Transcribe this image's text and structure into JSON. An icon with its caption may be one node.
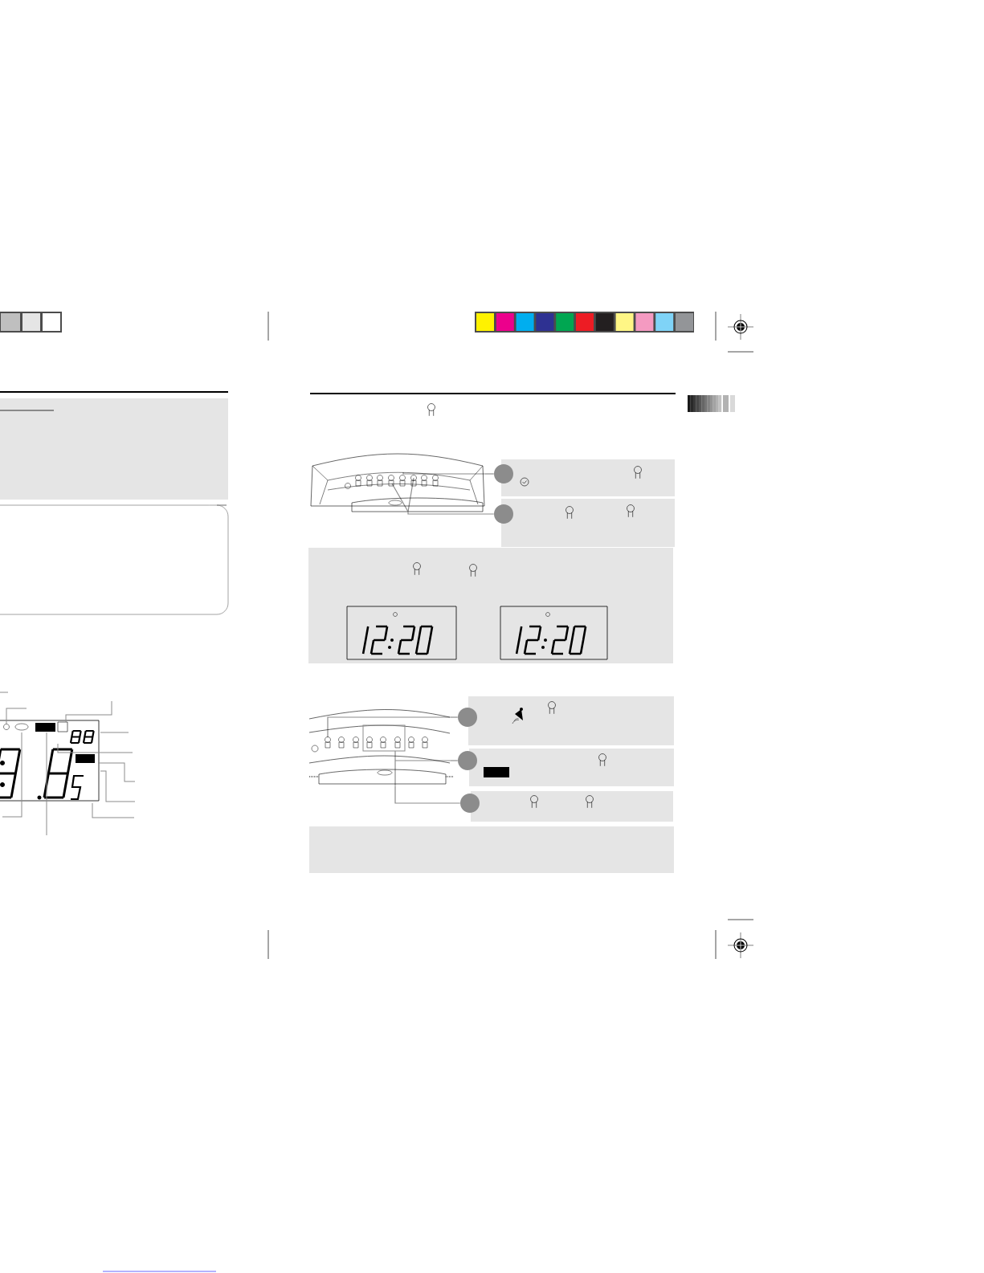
{
  "diagram": {
    "nodes": [
      {
        "text": [],
        "shape": "picture"
      },
      {
        "text": [],
        "shape": "circle"
      },
      {
        "text": [],
        "shape": "circle"
      },
      {
        "text": [],
        "shape": "picture"
      },
      {
        "text": [],
        "shape": "circle"
      },
      {
        "text": [],
        "shape": "circle"
      },
      {
        "text": [],
        "shape": "circle"
      }
    ],
    "edges": [
      {
        "from": 0,
        "to": 1,
        "arrow": "none"
      },
      {
        "from": 0,
        "to": 2,
        "arrow": "none"
      },
      {
        "from": 3,
        "to": 4,
        "arrow": "none"
      },
      {
        "from": 3,
        "to": 5,
        "arrow": "none"
      },
      {
        "from": 3,
        "to": 6,
        "arrow": "none"
      }
    ]
  }
}
